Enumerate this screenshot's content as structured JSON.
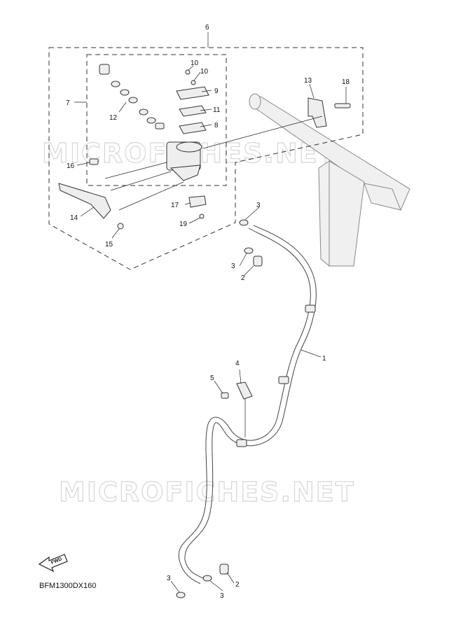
{
  "diagram_code": "BFM1300DX160",
  "watermark": "MICROFICHES.NET",
  "fwd_label": "FWD",
  "callouts": {
    "c1": "1",
    "c2a": "2",
    "c2b": "2",
    "c3a": "3",
    "c3b": "3",
    "c3c": "3",
    "c3d": "3",
    "c4": "4",
    "c5": "5",
    "c6": "6",
    "c7": "7",
    "c8": "8",
    "c9": "9",
    "c10a": "10",
    "c10b": "10",
    "c11": "11",
    "c12": "12",
    "c13": "13",
    "c14": "14",
    "c15": "15",
    "c16": "16",
    "c17": "17",
    "c18": "18",
    "c19": "19"
  },
  "colors": {
    "line": "#222222",
    "watermark": "#d6d6d6",
    "part_fill": "#eeeeee"
  }
}
